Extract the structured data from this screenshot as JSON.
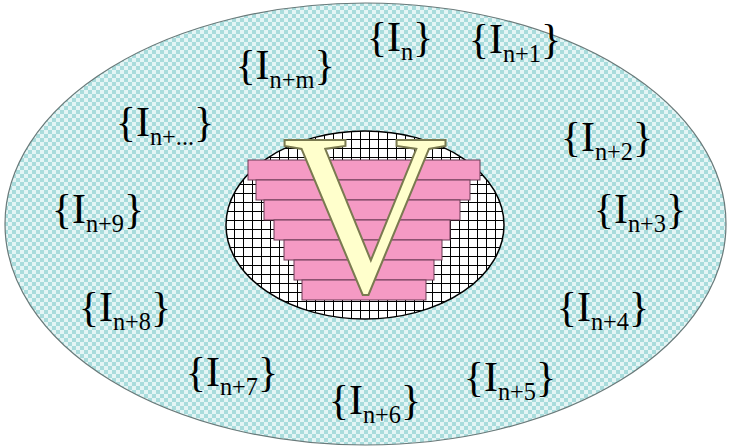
{
  "diagram": {
    "nodes": [
      {
        "text": [
          "{In}",
          "{In+1}",
          "{In+2}",
          "{In+3}",
          "{In+4}",
          "{In+5}",
          "{In+6}",
          "{In+7}",
          "{In+8}",
          "{In+9}",
          "{In+...}",
          "{In+m}"
        ]
      },
      {
        "text": [
          "V"
        ],
        "in": 0
      }
    ]
  }
}
